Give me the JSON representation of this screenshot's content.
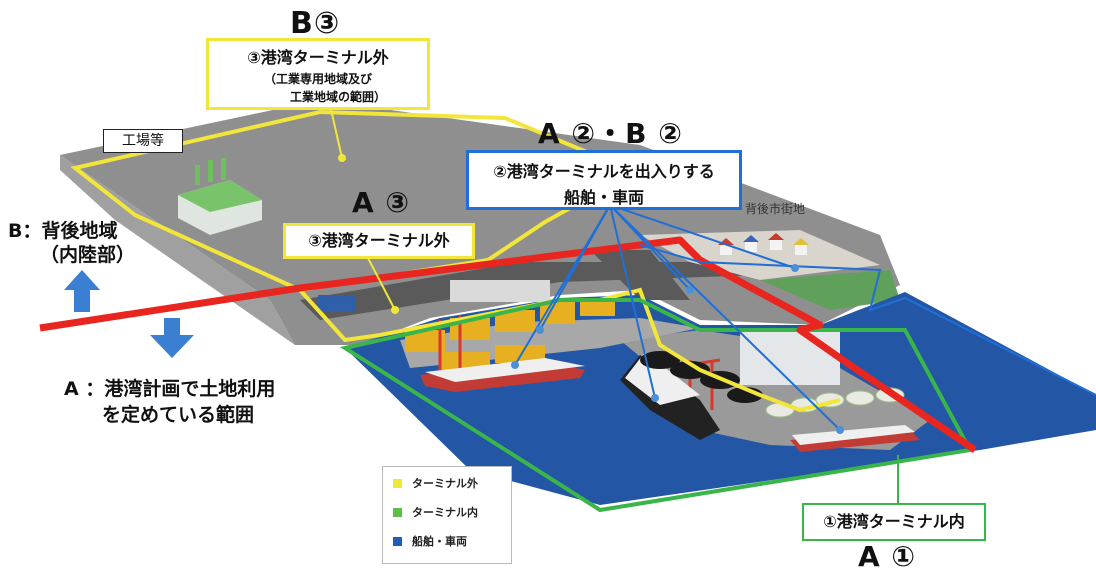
{
  "labels": {
    "b3_heading": "B③",
    "b3_box_title": "③港湾ターミナル外",
    "b3_box_line2": "（工業専用地域及び",
    "b3_box_line3": "工業地域の範囲）",
    "factory_label": "工場等",
    "a3_heading": "A ③",
    "a3_box": "③港湾ターミナル外",
    "a2b2_heading": "A ②・B ②",
    "a2b2_box_line1": "②港湾ターミナルを出入りする",
    "a2b2_box_line2": "船舶・車両",
    "urban_label": "背後市街地",
    "b_area_line1": "B：背後地域",
    "b_area_line2": "（内陸部）",
    "a_area_line1": "A ：港湾計画で土地利用",
    "a_area_line2": "を定めている範囲",
    "a1_box": "①港湾ターミナル内",
    "a1_heading": "A ①"
  },
  "legend": {
    "items": [
      {
        "label": "ターミナル外",
        "color": "#f2e63a"
      },
      {
        "label": "ターミナル内",
        "color": "#5cbf4a"
      },
      {
        "label": "船舶・車両",
        "color": "#1f5fb8"
      }
    ]
  },
  "colors": {
    "outer_boundary": "#f2e63a",
    "terminal_boundary": "#39b54a",
    "vehicle_lines": "#1f6fd6",
    "planning_line": "#e8261f",
    "sea": "#2456a6",
    "land": "#8d8d8d"
  },
  "icons": [
    "factory-icon",
    "arrow-up-icon",
    "arrow-down-icon",
    "ship-icon",
    "container-crane-icon",
    "house-icon"
  ]
}
